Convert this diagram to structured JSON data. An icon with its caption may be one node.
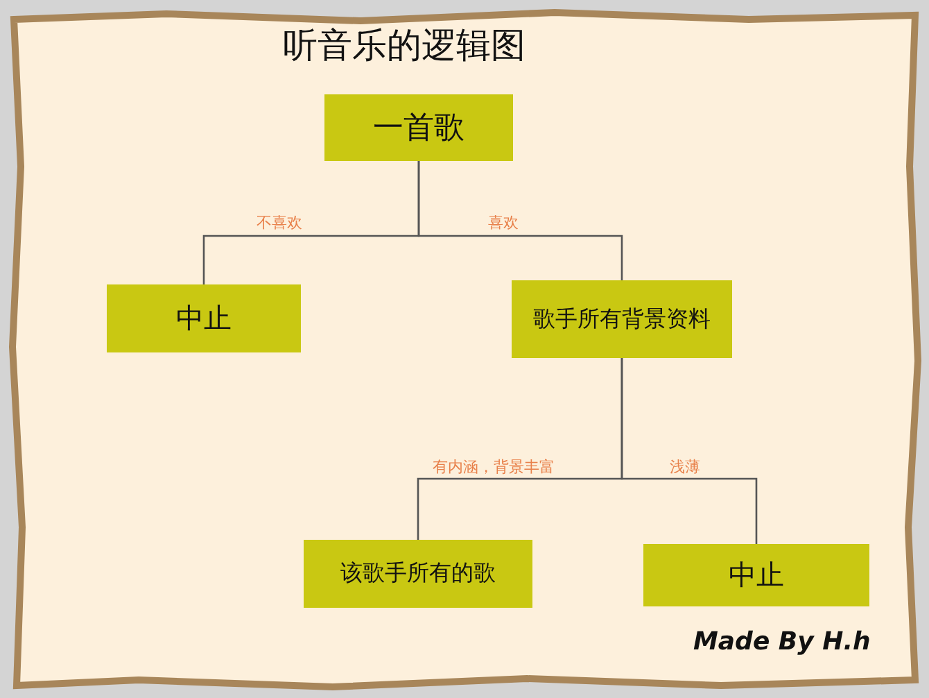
{
  "diagram": {
    "title": "听音乐的逻辑图",
    "nodes": [
      {
        "text": [
          "一首歌"
        ]
      },
      {
        "text": [
          "中止"
        ]
      },
      {
        "text": [
          "歌手所有背景资料"
        ]
      },
      {
        "text": [
          "该歌手所有的歌"
        ]
      },
      {
        "text": [
          "中止"
        ]
      }
    ],
    "edges": [
      {
        "from": 0,
        "to": 1,
        "arrow": "none",
        "label": "不喜欢"
      },
      {
        "from": 0,
        "to": 2,
        "arrow": "none",
        "label": "喜欢"
      },
      {
        "from": 2,
        "to": 3,
        "arrow": "none",
        "label": "有内涵，背景丰富"
      },
      {
        "from": 2,
        "to": 4,
        "arrow": "none",
        "label": "浅薄"
      }
    ],
    "labels": [
      "Made By H.h"
    ]
  }
}
